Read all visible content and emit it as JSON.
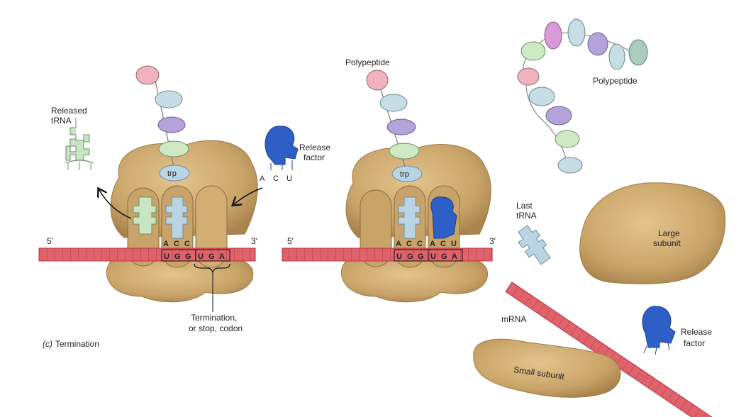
{
  "labels": {
    "released_trna_1": "Released",
    "released_trna_2": "tRNA",
    "release_factor_1": "Release",
    "release_factor_2": "factor",
    "polypeptide_mid": "Polypeptide",
    "polypeptide_right": "Polypeptide",
    "trp_left": "trp",
    "trp_mid": "trp",
    "five_prime_left": "5′",
    "three_prime_left": "3′",
    "five_prime_mid": "5′",
    "three_prime_mid": "3′",
    "termination_1": "Termination,",
    "termination_2": "or stop, codon",
    "caption_letter": "(c)",
    "caption_text": "Termination",
    "last_trna_1": "Last",
    "last_trna_2": "tRNA",
    "large_subunit_1": "Large",
    "large_subunit_2": "subunit",
    "small_subunit": "Small subunit",
    "mrna": "mRNA",
    "release_factor_right_1": "Release",
    "release_factor_right_2": "factor"
  },
  "anticodon_rf_left": [
    "A",
    "C",
    "U"
  ],
  "left_panel": {
    "anticodon": [
      "A",
      "C",
      "C"
    ],
    "codons": [
      "U",
      "G",
      "G",
      "U",
      "G",
      "A"
    ]
  },
  "mid_panel": {
    "anticodon": [
      "A",
      "C",
      "C",
      "A",
      "C",
      "U"
    ],
    "codons": [
      "U",
      "G",
      "G",
      "U",
      "G",
      "A"
    ]
  },
  "colors": {
    "ribosome": "#c9a469",
    "ribosome_dark": "#a8844d",
    "mrna": "#e0636b",
    "mrna_line": "#b3343e",
    "trna": "#b9d4e3",
    "released_trna": "#c8e6c4",
    "release_factor": "#2e5fc7",
    "bead_pink": "#f2b2bd",
    "bead_blue": "#c6dde6",
    "bead_purple": "#b4a3d9",
    "bead_green": "#cfe9c5",
    "bead_magenta": "#d89ad8",
    "bead_teal": "#a9ccbf"
  }
}
